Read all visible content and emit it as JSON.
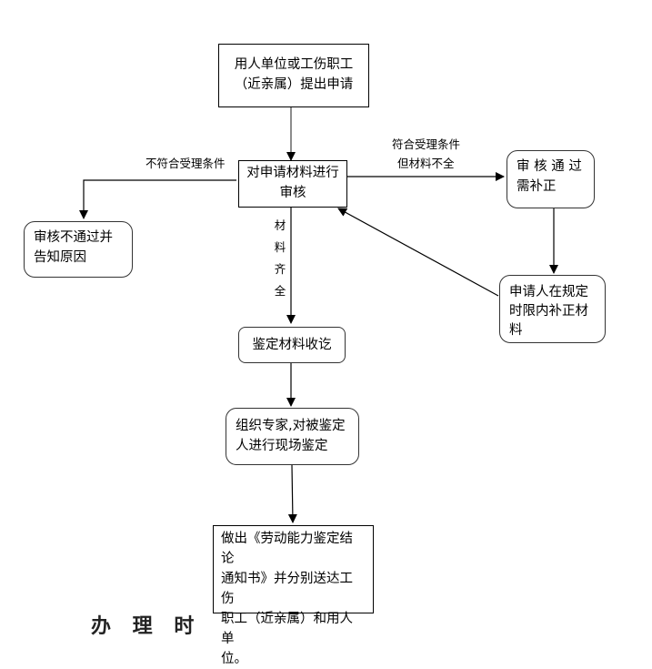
{
  "nodes": {
    "apply": {
      "line1": "用人单位或工伤职工",
      "line2": "（近亲属）提出申请"
    },
    "review": {
      "line1": "对申请材料进行",
      "line2": "审核"
    },
    "reject": {
      "line1": "审核不通过并",
      "line2": "告知原因"
    },
    "need_supplement": {
      "line1": "审 核 通 过",
      "line2": "需补正"
    },
    "supplement": {
      "line1": "申请人在规定",
      "line2": "时限内补正材",
      "line3": "料"
    },
    "receive": {
      "text": "鉴定材料收讫"
    },
    "organize": {
      "line1": "组织专家,对被鉴定",
      "line2": "人进行现场鉴定"
    },
    "conclusion": {
      "line1": "做出《劳动能力鉴定结论",
      "line2": "通知书》并分别送达工伤",
      "line3": "职工（近亲属）和用人单",
      "line4": "位。"
    }
  },
  "edge_labels": {
    "not_meet": "不符合受理条件",
    "meet_incomplete_1": "符合受理条件",
    "meet_incomplete_2": "但材料不全",
    "complete": [
      "材",
      "料",
      "齐",
      "全"
    ]
  },
  "cutoff_text": "办 理 时"
}
